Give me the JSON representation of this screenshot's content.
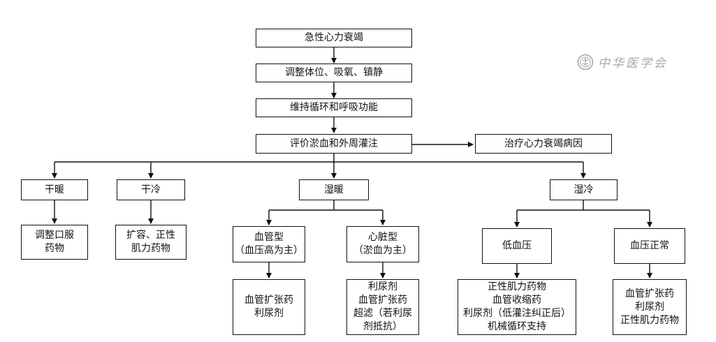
{
  "diagram": {
    "nodes": {
      "acute_hf": "急性心力衰竭",
      "adjust": "调整体位、吸氧、镇静",
      "maintain": "维持循环和呼吸功能",
      "evaluate": "评价淤血和外周灌注",
      "treat_cause": "治疗心力衰竭病因",
      "dry_warm": "干暖",
      "dry_cold": "干冷",
      "wet_warm": "湿暖",
      "wet_cold": "湿冷",
      "dry_warm_tx": "调整口服\n药物",
      "dry_cold_tx": "扩容、正性\n肌力药物",
      "vascular_type": "血管型\n（血压高为主）",
      "cardiac_type": "心脏型\n（淤血为主）",
      "vascular_tx": "血管扩张药\n利尿剂",
      "cardiac_tx": "利尿剂\n血管扩张药\n超滤（若利尿\n剂抵抗）",
      "low_bp": "低血压",
      "normal_bp": "血压正常",
      "low_bp_tx": "正性肌力药物\n血管收缩药\n利尿剂（低灌注纠正后）\n机械循环支持",
      "normal_bp_tx": "血管扩张药\n利尿剂\n正性肌力药物"
    }
  },
  "watermark": {
    "text": "中华医学会",
    "mark": "seal-logo"
  }
}
